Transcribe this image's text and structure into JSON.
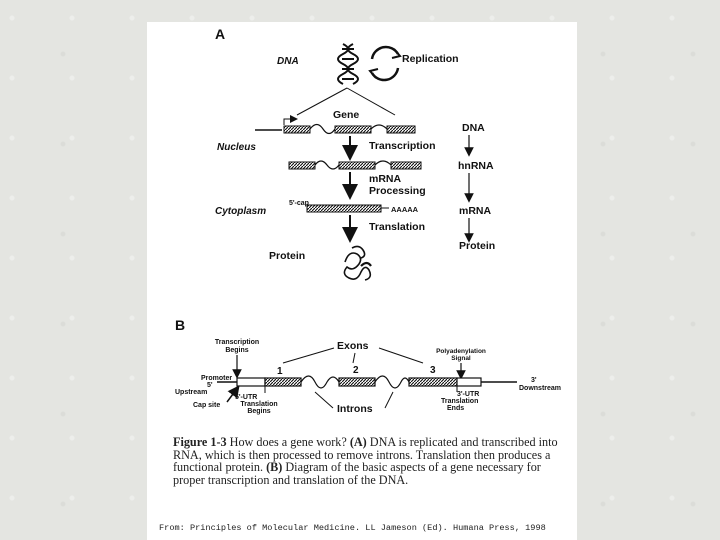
{
  "panel_a": {
    "letter": "A",
    "dna": "DNA",
    "replication": "Replication",
    "gene": "Gene",
    "nucleus": "Nucleus",
    "transcription": "Transcription",
    "mrna_processing_1": "mRNA",
    "mrna_processing_2": "Processing",
    "cap": "5'-cap",
    "poly_a": "AAAAA",
    "cytoplasm": "Cytoplasm",
    "translation": "Translation",
    "protein": "Protein",
    "right_dna": "DNA",
    "right_hnrna": "hnRNA",
    "right_mrna": "mRNA",
    "right_protein": "Protein"
  },
  "panel_b": {
    "letter": "B",
    "transcription_begins_1": "Transcription",
    "transcription_begins_2": "Begins",
    "exons": "Exons",
    "polyadenylation_1": "Polyadenylation",
    "polyadenylation_2": "Signal",
    "promoter": "Promoter",
    "five_prime": "5'",
    "upstream": "Upstream",
    "exon_1": "1",
    "exon_2": "2",
    "exon_3": "3",
    "three_prime": "3'",
    "downstream": "Downstream",
    "five_utr": "5'-UTR",
    "cap_site": "Cap site",
    "translation_begins_1": "Translation",
    "translation_begins_2": "Begins",
    "introns": "Introns",
    "three_utr": "3'-UTR",
    "translation_ends_1": "Translation",
    "translation_ends_2": "Ends"
  },
  "caption": {
    "figure": "Figure 1-3",
    "text_1": " How does a gene work? ",
    "a_label": "(A)",
    "text_2": " DNA is replicated and transcribed into RNA, which is then processed to remove introns. Translation then produces a functional protein. ",
    "b_label": "(B)",
    "text_3": " Diagram of the basic aspects of a gene necessary for proper transcription and translation of the DNA."
  },
  "source": "From: Principles of Molecular Medicine. LL Jameson (Ed). Humana Press, 1998"
}
